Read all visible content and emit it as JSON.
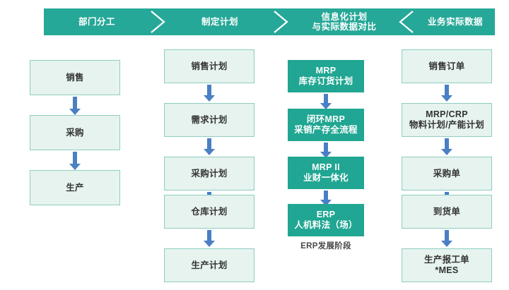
{
  "header": {
    "background_color": "#26a898",
    "segments": [
      {
        "label": "部门分工"
      },
      {
        "label": "制定计划"
      },
      {
        "label": "信息化计划\n与实际数据对比"
      },
      {
        "label": "业务实际数据"
      }
    ],
    "chevrons": [
      {
        "name": "chevron-right-1",
        "direction": "right"
      },
      {
        "name": "chevron-right-2",
        "direction": "right"
      },
      {
        "name": "chevron-left-3",
        "direction": "left"
      }
    ]
  },
  "colors": {
    "band_teal": "#26a898",
    "node_solid_teal": "#20a692",
    "node_light_fill": "#e6f3ef",
    "node_light_border": "#8fcdc1",
    "arrow_blue": "#4a7fc4",
    "caption_text": "#4a4a4a"
  },
  "columns": [
    {
      "name": "department-column",
      "style": "light",
      "nodes": [
        {
          "label": "销售"
        },
        {
          "label": "采购"
        },
        {
          "label": "生产"
        }
      ]
    },
    {
      "name": "plan-column",
      "style": "light",
      "nodes": [
        {
          "label": "销售计划"
        },
        {
          "label": "需求计划"
        },
        {
          "label": "采购计划"
        },
        {
          "label": "仓库计划"
        },
        {
          "label": "生产计划"
        }
      ]
    },
    {
      "name": "erp-evolution-column",
      "style": "solid",
      "caption": "ERP发展阶段",
      "nodes": [
        {
          "label": "MRP\n库存订货计划"
        },
        {
          "label": "闭环MRP\n采销产存全流程"
        },
        {
          "label": "MRP II\n业财一体化"
        },
        {
          "label": "ERP\n人机料法（场）"
        }
      ]
    },
    {
      "name": "business-data-column",
      "style": "light",
      "nodes": [
        {
          "label": "销售订单"
        },
        {
          "label": "MRP/CRP\n物料计划/产能计划"
        },
        {
          "label": "采购单"
        },
        {
          "label": "到货单"
        },
        {
          "label": "生产报工单\n*MES"
        }
      ]
    }
  ]
}
